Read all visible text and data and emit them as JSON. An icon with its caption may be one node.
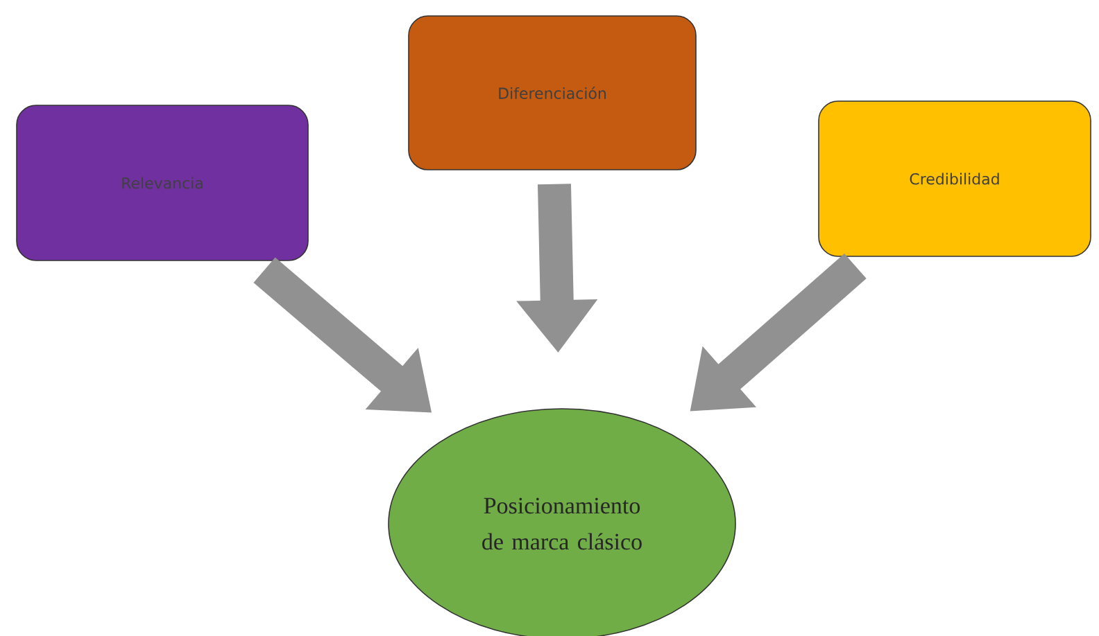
{
  "diagram": {
    "nodes": [
      {
        "text": [
          "Relevancia"
        ]
      },
      {
        "text": [
          "Diferenciación"
        ]
      },
      {
        "text": [
          "Credibilidad"
        ]
      },
      {
        "text": [
          "Posicionamiento de marca clásico"
        ]
      }
    ],
    "edges": [
      {
        "from": 0,
        "to": 3,
        "arrow": "to"
      },
      {
        "from": 1,
        "to": 3,
        "arrow": "to"
      },
      {
        "from": 2,
        "to": 3,
        "arrow": "to"
      }
    ]
  }
}
